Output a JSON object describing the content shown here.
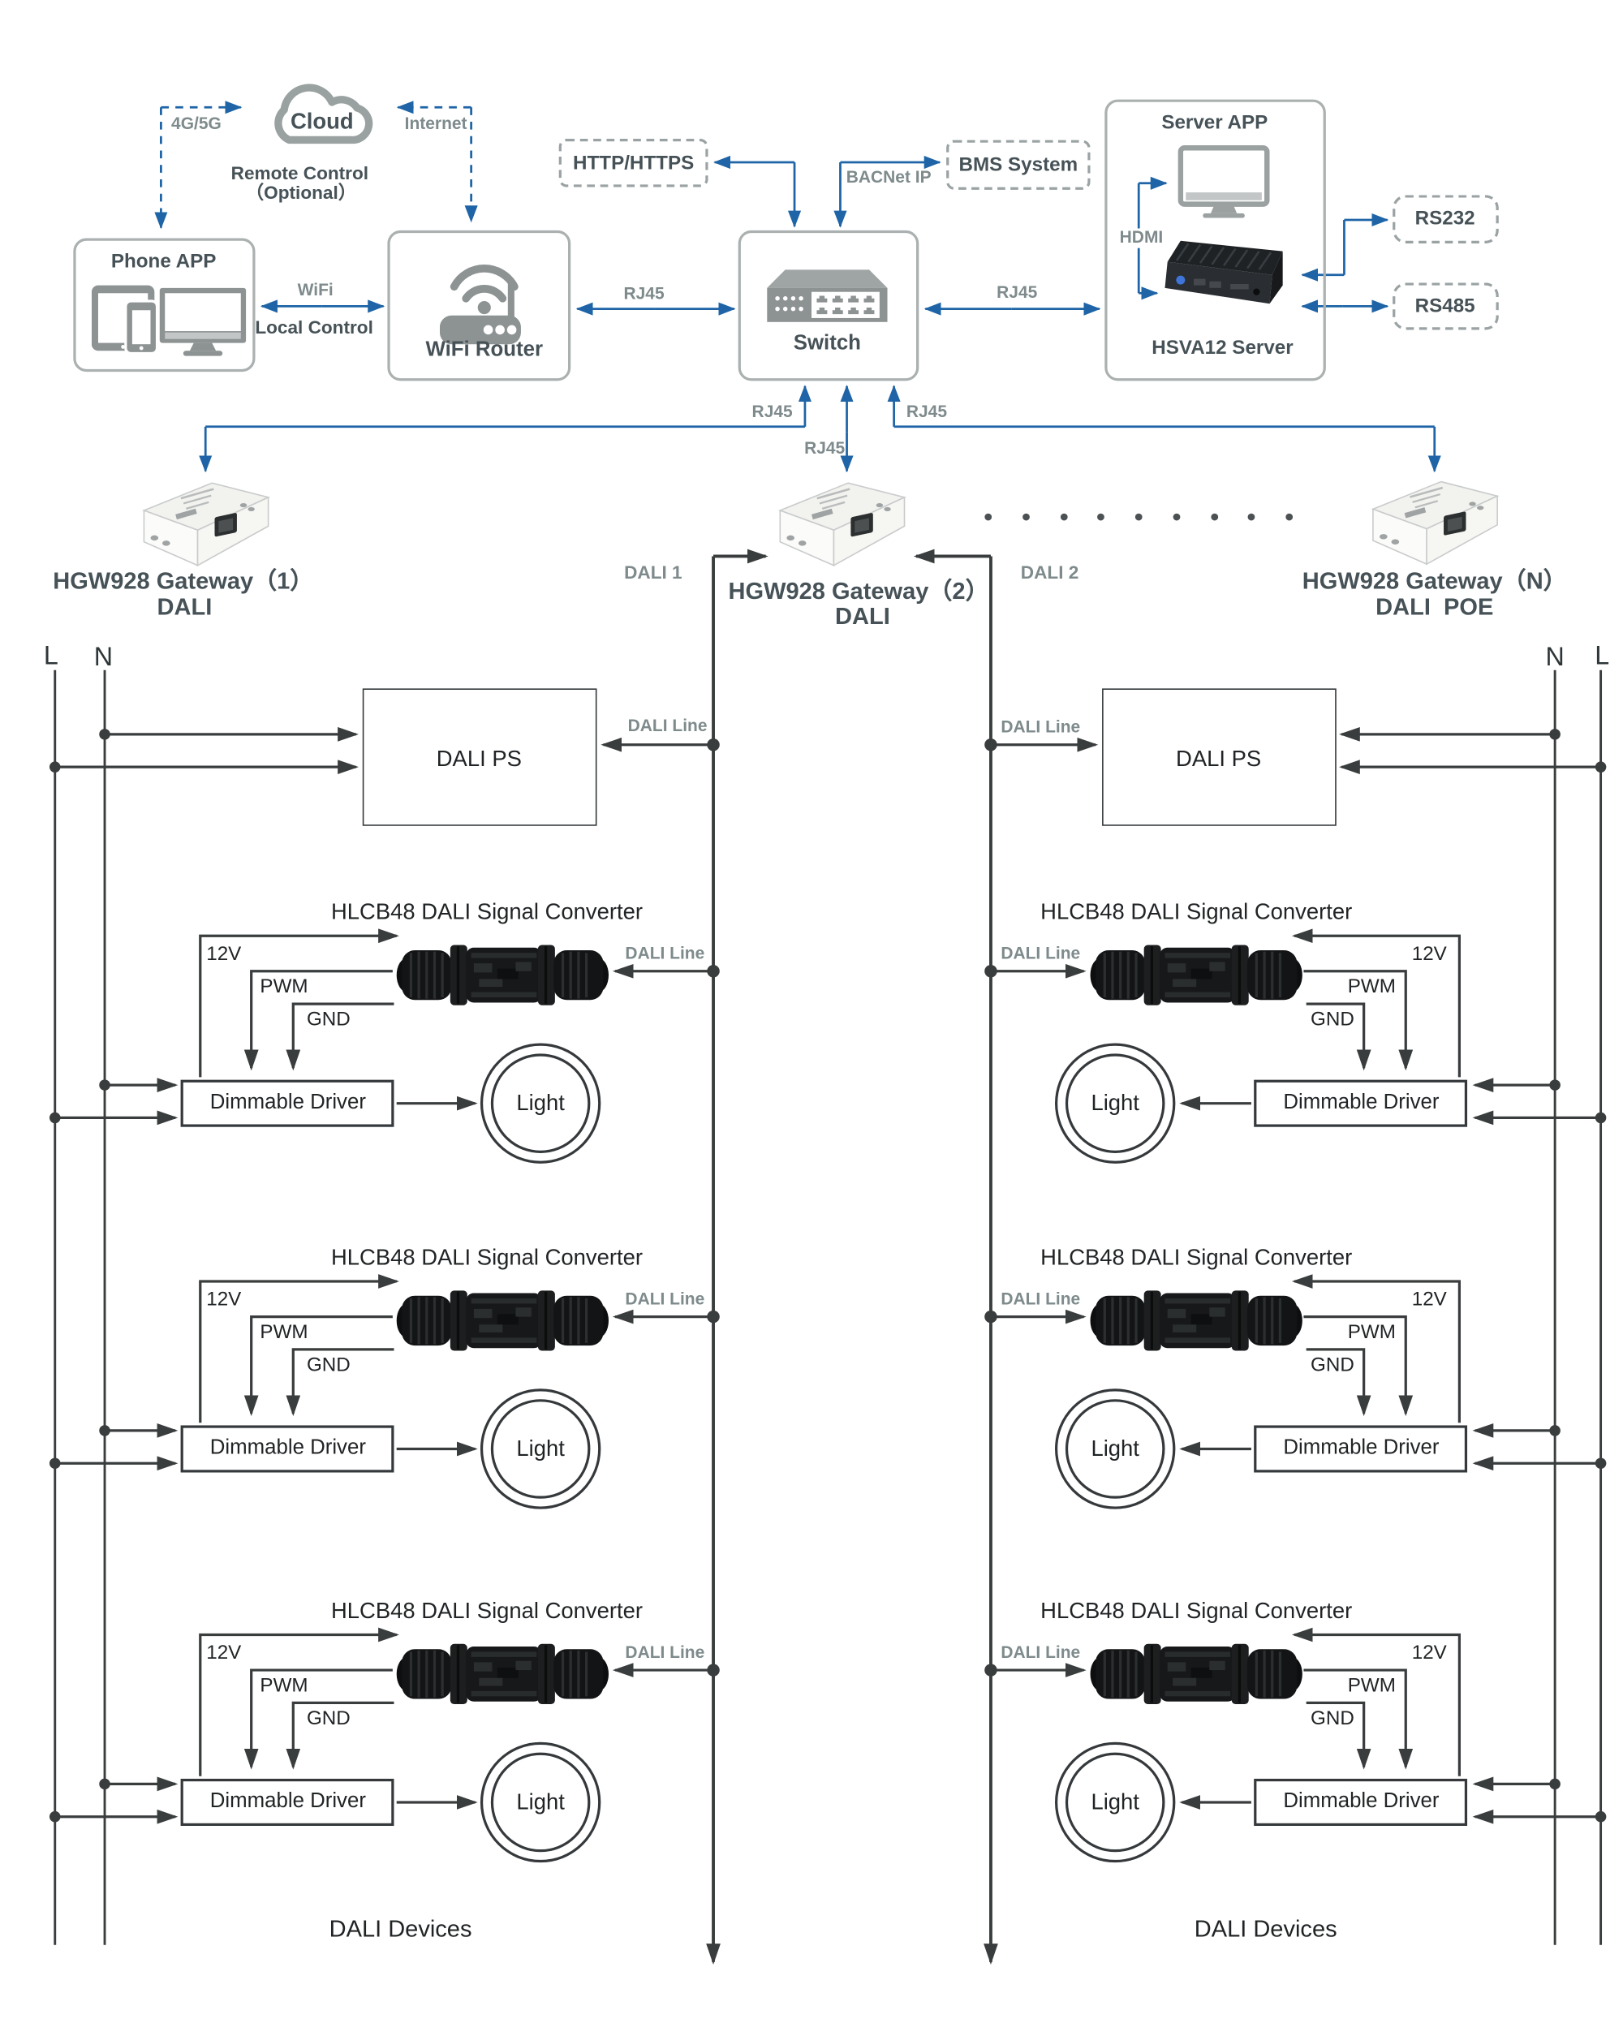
{
  "colors": {
    "accent_blue": "#1e64a6",
    "line_dark": "#3a3d3e",
    "text_slate": "#465257",
    "text_gray": "#7e8a8b",
    "text_dark": "#212426",
    "border_gray": "#abb0b0",
    "icon_gray": "#8d9293"
  },
  "top": {
    "cloud": "Cloud",
    "remote_control": "Remote Control",
    "optional": "（Optional）",
    "g4_5g": "4G/5G",
    "internet": "Internet",
    "phone_app": "Phone APP",
    "wifi": "WiFi",
    "local_control": "Local Control",
    "wifi_router": "WiFi Router",
    "rj45": "RJ45",
    "http": "HTTP/HTTPS",
    "bacnet_ip": "BACNet IP",
    "bms": "BMS System",
    "switch": "Switch",
    "server_app": "Server APP",
    "hdmi": "HDMI",
    "hsva12": "HSVA12 Server",
    "rs232": "RS232",
    "rs485": "RS485"
  },
  "gateways": {
    "g1_name": "HGW928 Gateway（1）",
    "g1_sub": "DALI",
    "g2_name": "HGW928 Gateway（2）",
    "g2_sub": "DALI",
    "gn_name": "HGW928 Gateway（N）",
    "gn_sub": "DALI  POE",
    "dali1": "DALI 1",
    "dali2": "DALI 2"
  },
  "wiring": {
    "l": "L",
    "n": "N",
    "dali_line": "DALI Line",
    "dali_ps": "DALI PS",
    "converter": "HLCB48 DALI Signal Converter",
    "v12": "12V",
    "pwm": "PWM",
    "gnd": "GND",
    "driver": "Dimmable Driver",
    "light": "Light",
    "devices": "DALI Devices"
  }
}
